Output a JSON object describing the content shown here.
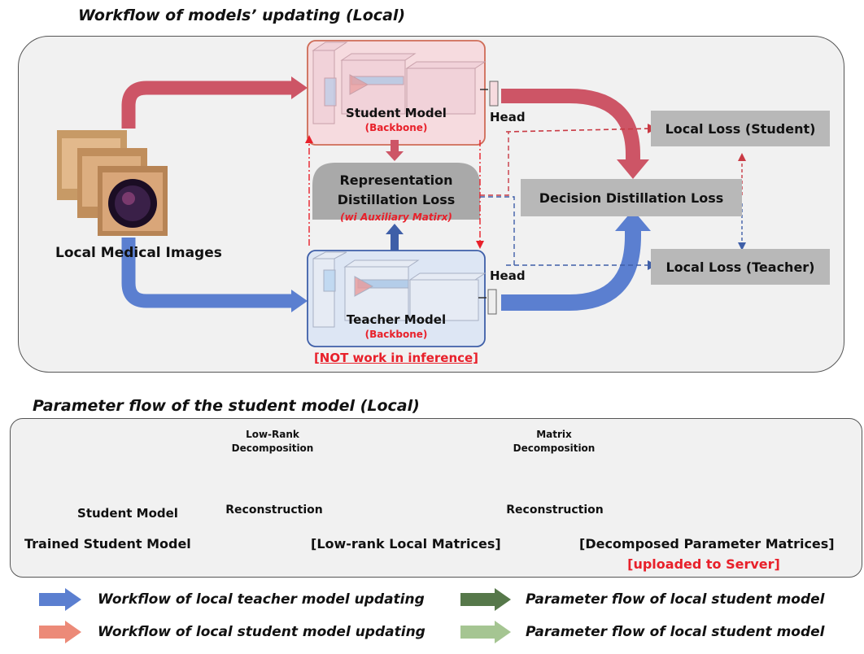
{
  "top": {
    "title": "Workflow of models’ updating (Local)",
    "local_images_label": "Local Medical Images",
    "student": {
      "name": "Student Model",
      "sub": "(Backbone)"
    },
    "teacher": {
      "name": "Teacher Model",
      "sub": "(Backbone)",
      "note": "[NOT work in inference]"
    },
    "head_label": "Head",
    "rep_loss": {
      "line1": "Representation",
      "line2": "Distillation Loss",
      "note": "(wi Auxiliary Matirx)"
    },
    "decision_loss": "Decision Distillation Loss",
    "loss_student": "Local Loss (Student)",
    "loss_teacher": "Local Loss (Teacher)"
  },
  "bottom": {
    "title": "Parameter flow of the student model (Local)",
    "student_model": "Student Model",
    "trained_label": "Trained Student Model",
    "lowrank_top": "Low-Rank",
    "lowrank_bottom": "Decomposition",
    "reconstruction1": "Reconstruction",
    "matrix_top": "Matrix",
    "matrix_bottom": "Decomposition",
    "reconstruction2": "Reconstruction",
    "lowrank_label": "[Low-rank Local Matrices]",
    "decomposed_label": "[Decomposed Parameter Matrices]",
    "uploaded_label": "[uploaded to Server]"
  },
  "legend": {
    "teacher_flow": "Workflow of local teacher model updating",
    "student_flow": "Workflow of local student model updating",
    "param_flow_dark": "Parameter flow of local student model",
    "param_flow_light": "Parameter flow of local student model"
  },
  "colors": {
    "teacher_blue": "#5b7fd0",
    "student_red": "#cd5566",
    "param_dark_green": "#56784a",
    "param_light_green": "#a5c592",
    "accent_red": "#e8202a"
  }
}
